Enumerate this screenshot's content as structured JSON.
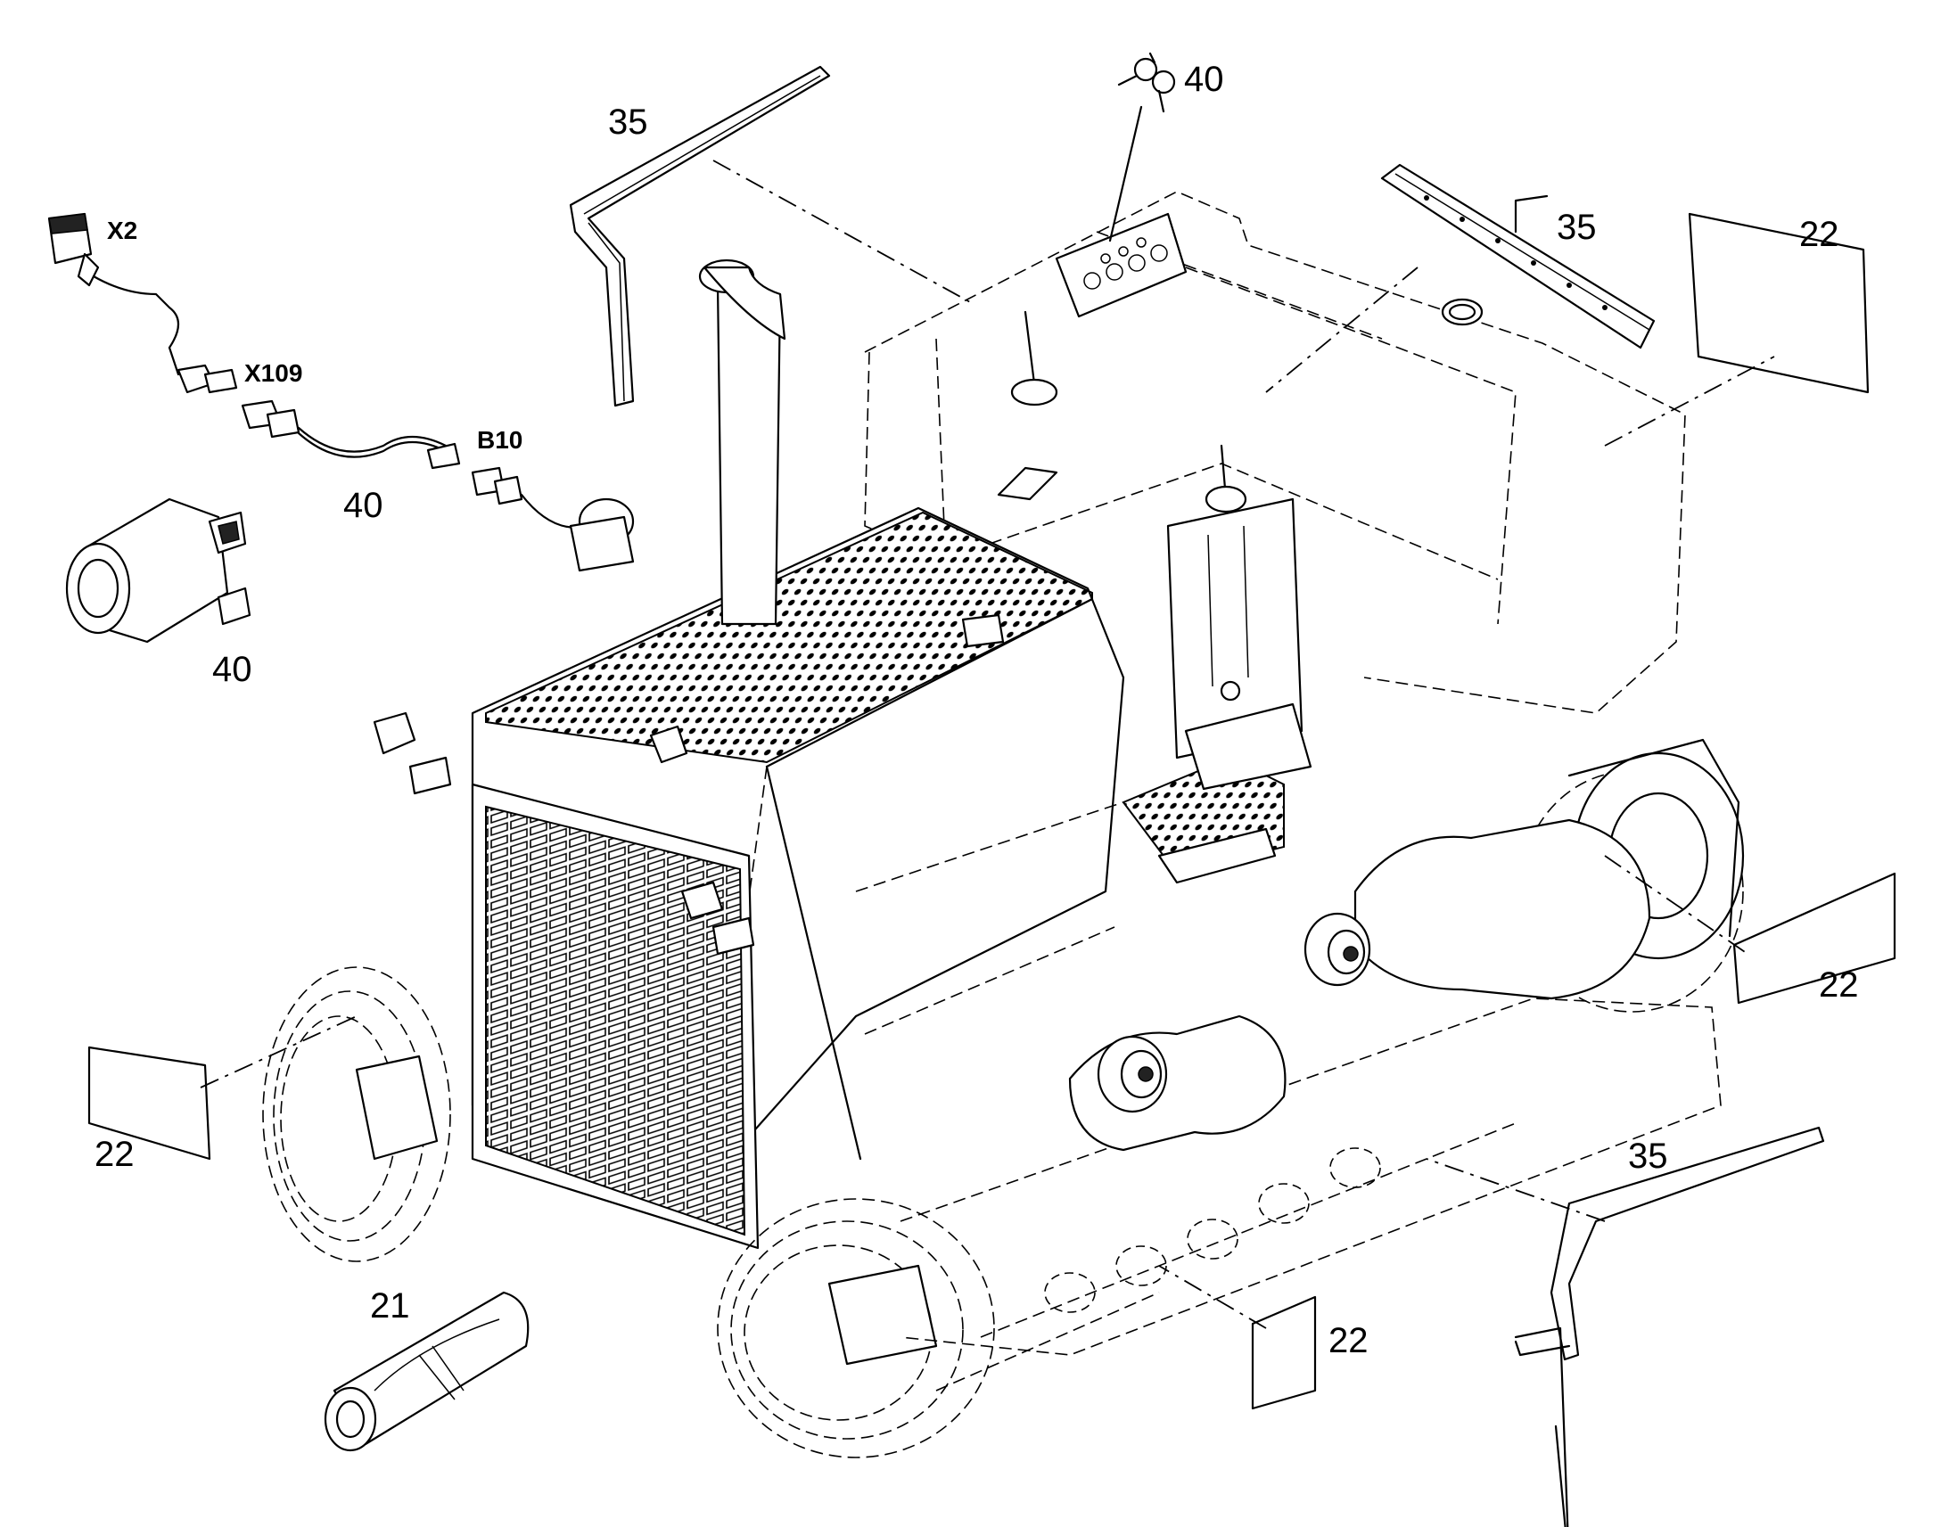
{
  "callouts": {
    "c35_top": "35",
    "c40_key": "40",
    "c35_right": "35",
    "c22_top_right": "22",
    "c40_harness": "40",
    "c40_sensor": "40",
    "c22_right": "22",
    "c22_left": "22",
    "c35_bottom_right": "35",
    "c21": "21",
    "c22_bottom": "22"
  },
  "connectors": {
    "x2": "X2",
    "x109": "X109",
    "b10": "B10"
  }
}
